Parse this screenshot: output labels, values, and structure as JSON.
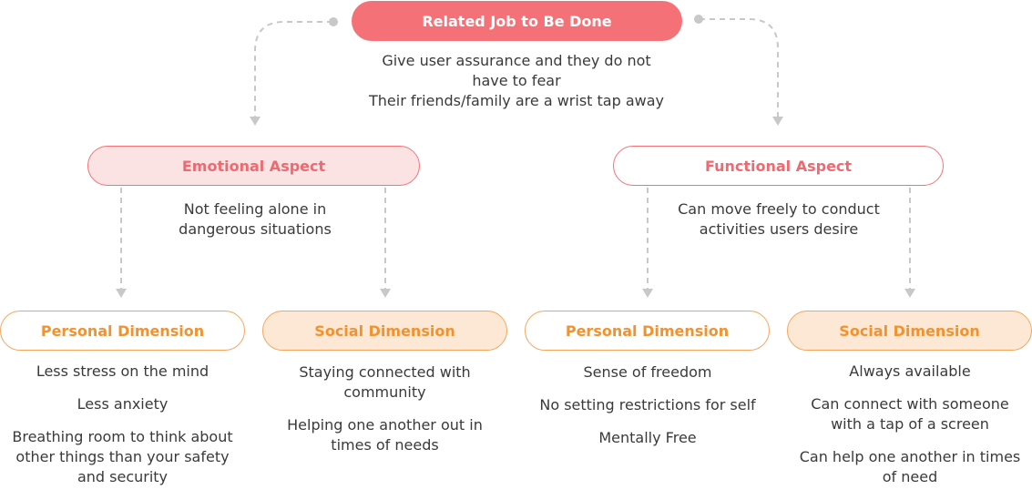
{
  "root": {
    "label": "Related Job to Be Done",
    "description": [
      "Give user assurance and they do not",
      "have to fear",
      "Their friends/family are a wrist tap away"
    ]
  },
  "aspects": {
    "emotional": {
      "label": "Emotional Aspect",
      "description": "Not feeling alone in dangerous situations"
    },
    "functional": {
      "label": "Functional Aspect",
      "description": "Can move freely to conduct activities users desire"
    }
  },
  "dimensions": {
    "emotional_personal": {
      "label": "Personal Dimension",
      "items": [
        "Less stress on the mind",
        "Less anxiety",
        "Breathing room to think about other things than your safety and security"
      ]
    },
    "emotional_social": {
      "label": "Social Dimension",
      "items": [
        "Staying connected with community",
        "Helping one another out in times of needs"
      ]
    },
    "functional_personal": {
      "label": "Personal Dimension",
      "items": [
        "Sense of freedom",
        "No setting restrictions for self",
        "Mentally Free"
      ]
    },
    "functional_social": {
      "label": "Social Dimension",
      "items": [
        "Always available",
        "Can connect with someone with a tap of a screen",
        "Can help one another in times of need"
      ]
    }
  },
  "colors": {
    "root_fill": "#f47277",
    "aspect_text": "#ee6a70",
    "dimension_text": "#f2922f",
    "connector": "#c8c8c8"
  }
}
